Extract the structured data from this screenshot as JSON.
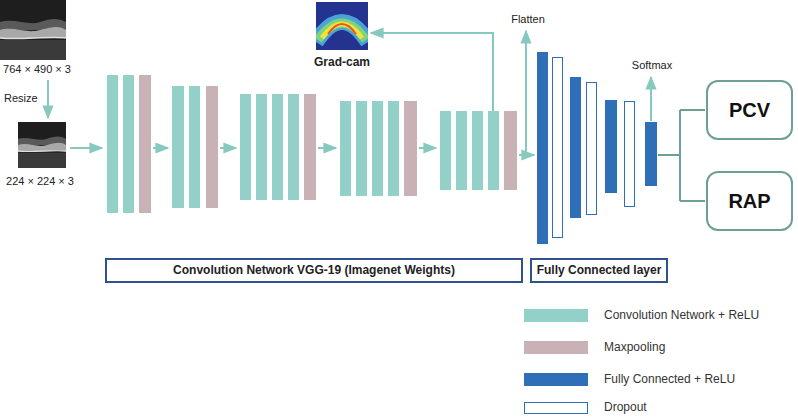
{
  "diagram": {
    "nodes": [
      {
        "text": [
          "PCV"
        ]
      },
      {
        "text": [
          "RAP"
        ]
      },
      {
        "text": [
          "Convolution Network VGG-19 (Imagenet Weights)"
        ]
      },
      {
        "text": [
          "Fully Connected layer"
        ]
      }
    ],
    "labels": [
      "764 × 490 × 3",
      "Resize",
      "224 × 224 × 3",
      "Grad-cam",
      "Flatten",
      "Softmax"
    ],
    "legend": [
      {
        "text": "Convolution Network + ReLU",
        "color": "#93d0c7"
      },
      {
        "text": "Maxpooling",
        "color": "#c9b2b5"
      },
      {
        "text": "Fully Connected + ReLU",
        "color": "#2e6fb7"
      },
      {
        "text": "Dropout",
        "color": "#ffffff"
      }
    ]
  }
}
